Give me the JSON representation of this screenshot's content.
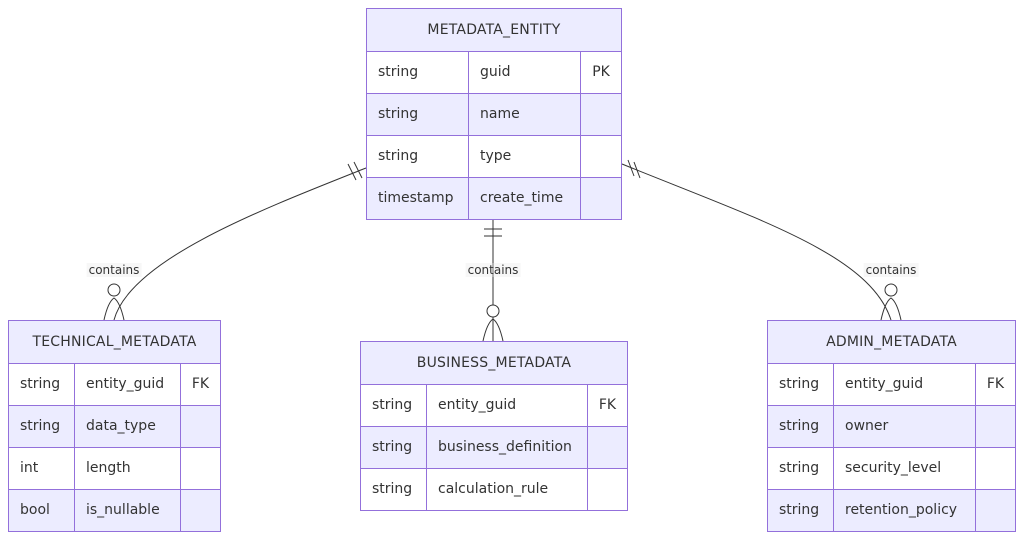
{
  "entities": {
    "metadata_entity": {
      "name": "METADATA_ENTITY",
      "attributes": [
        {
          "type": "string",
          "name": "guid",
          "key": "PK"
        },
        {
          "type": "string",
          "name": "name",
          "key": ""
        },
        {
          "type": "string",
          "name": "type",
          "key": ""
        },
        {
          "type": "timestamp",
          "name": "create_time",
          "key": ""
        }
      ]
    },
    "technical_metadata": {
      "name": "TECHNICAL_METADATA",
      "attributes": [
        {
          "type": "string",
          "name": "entity_guid",
          "key": "FK"
        },
        {
          "type": "string",
          "name": "data_type",
          "key": ""
        },
        {
          "type": "int",
          "name": "length",
          "key": ""
        },
        {
          "type": "bool",
          "name": "is_nullable",
          "key": ""
        }
      ]
    },
    "business_metadata": {
      "name": "BUSINESS_METADATA",
      "attributes": [
        {
          "type": "string",
          "name": "entity_guid",
          "key": "FK"
        },
        {
          "type": "string",
          "name": "business_definition",
          "key": ""
        },
        {
          "type": "string",
          "name": "calculation_rule",
          "key": ""
        }
      ]
    },
    "admin_metadata": {
      "name": "ADMIN_METADATA",
      "attributes": [
        {
          "type": "string",
          "name": "entity_guid",
          "key": "FK"
        },
        {
          "type": "string",
          "name": "owner",
          "key": ""
        },
        {
          "type": "string",
          "name": "security_level",
          "key": ""
        },
        {
          "type": "string",
          "name": "retention_policy",
          "key": ""
        }
      ]
    }
  },
  "relationships": [
    {
      "from": "METADATA_ENTITY",
      "to": "TECHNICAL_METADATA",
      "label": "contains",
      "from_card": "exactly-one",
      "to_card": "zero-or-more"
    },
    {
      "from": "METADATA_ENTITY",
      "to": "BUSINESS_METADATA",
      "label": "contains",
      "from_card": "exactly-one",
      "to_card": "zero-or-more"
    },
    {
      "from": "METADATA_ENTITY",
      "to": "ADMIN_METADATA",
      "label": "contains",
      "from_card": "exactly-one",
      "to_card": "zero-or-more"
    }
  ],
  "colors": {
    "border": "#9370DB",
    "header_fill": "#ECECFF",
    "line": "#333333"
  }
}
